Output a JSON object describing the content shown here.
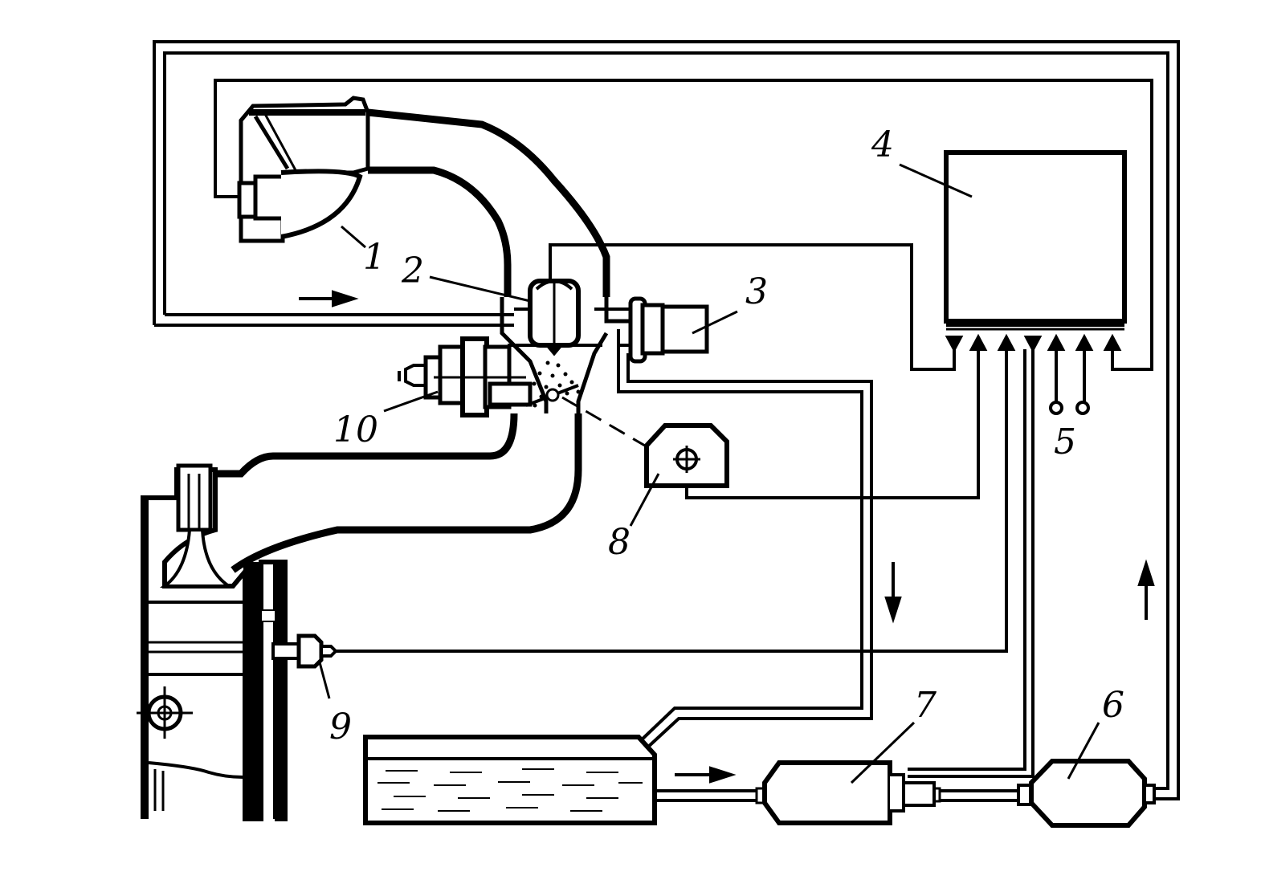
{
  "diagram": {
    "labels": {
      "air_filter": "1",
      "injector": "2",
      "aux_air_valve": "3",
      "ecu": "4",
      "inputs": "5",
      "fuel_filter": "6",
      "fuel_pump": "7",
      "throttle_switch": "8",
      "coolant_sensor": "9",
      "airflow_sensor": "10"
    },
    "colors": {
      "ink": "#000000",
      "paper": "#ffffff"
    }
  }
}
